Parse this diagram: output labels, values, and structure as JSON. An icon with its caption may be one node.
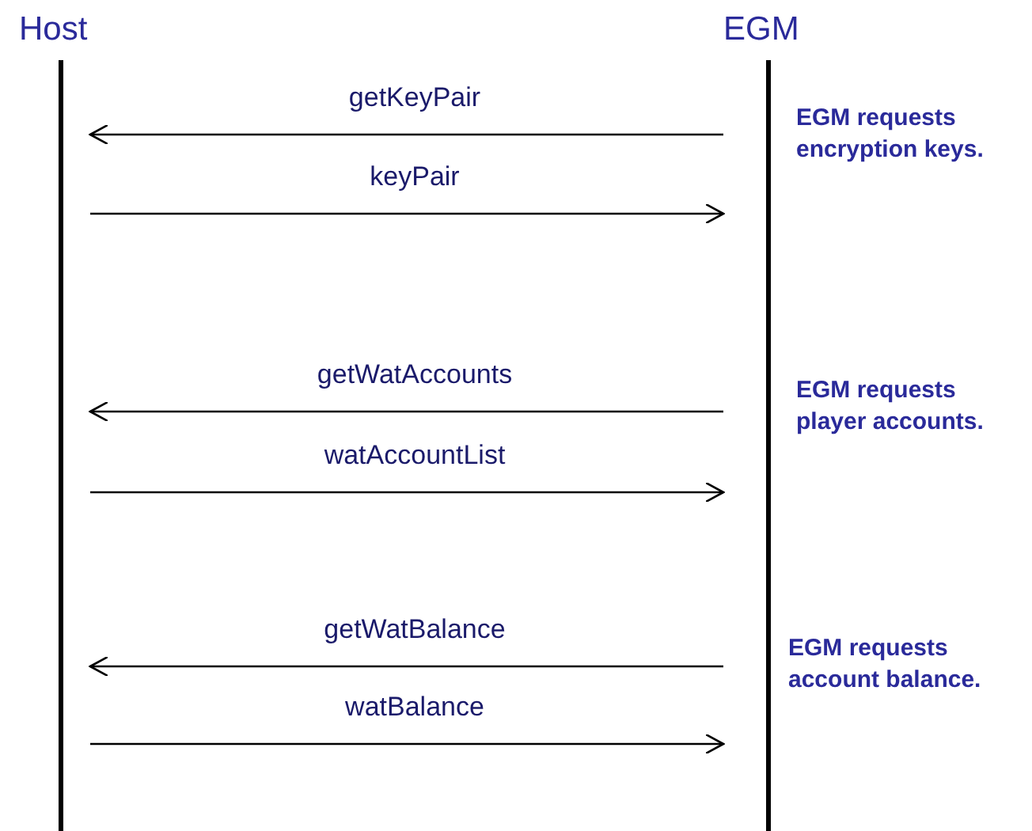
{
  "diagram": {
    "nodes": [
      {
        "text": [
          "Host"
        ]
      },
      {
        "text": [
          "EGM"
        ]
      }
    ],
    "edges": [
      {
        "from": 1,
        "to": 0,
        "arrow": "to",
        "label": "getKeyPair"
      },
      {
        "from": 0,
        "to": 1,
        "arrow": "to",
        "label": "keyPair"
      },
      {
        "from": 1,
        "to": 0,
        "arrow": "to",
        "label": "getWatAccounts"
      },
      {
        "from": 0,
        "to": 1,
        "arrow": "to",
        "label": "watAccountList"
      },
      {
        "from": 1,
        "to": 0,
        "arrow": "to",
        "label": "getWatBalance"
      },
      {
        "from": 0,
        "to": 1,
        "arrow": "to",
        "label": "watBalance"
      }
    ],
    "labels": [
      "EGM requests encryption keys.",
      "EGM requests player accounts.",
      "EGM requests account balance."
    ]
  }
}
